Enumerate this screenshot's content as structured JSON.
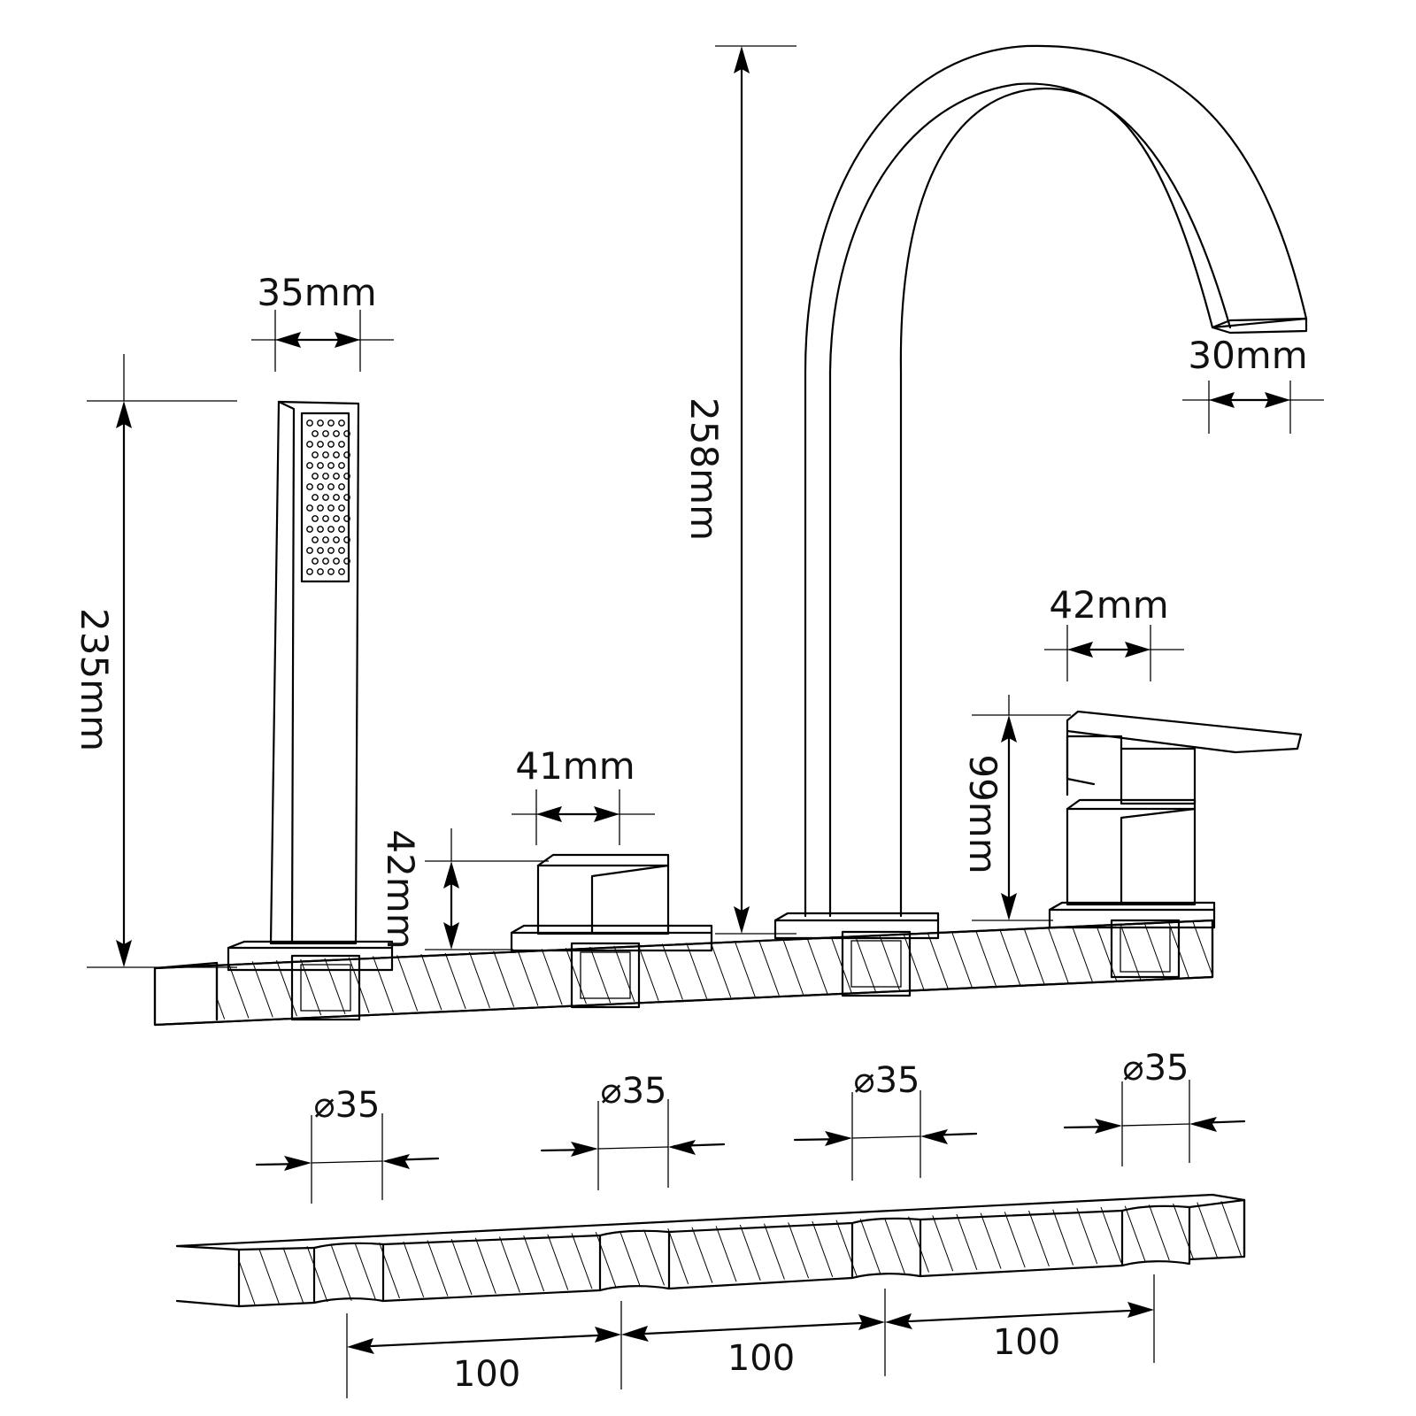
{
  "dimensions": {
    "handshower_width": "35mm",
    "handshower_height": "235mm",
    "spout_height": "258mm",
    "spout_outlet_width": "30mm",
    "diverter_width": "41mm",
    "diverter_height": "42mm",
    "lever_width": "42mm",
    "lever_height": "99mm"
  },
  "holes": {
    "diameters": [
      "⌀35",
      "⌀35",
      "⌀35",
      "⌀35"
    ],
    "spacings": [
      "100",
      "100",
      "100"
    ]
  }
}
